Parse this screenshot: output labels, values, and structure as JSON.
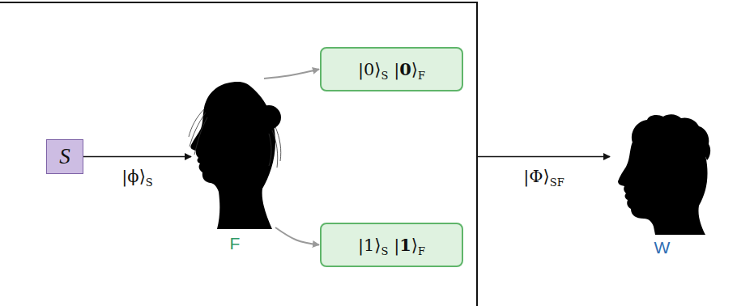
{
  "diagram": {
    "nodes": [
      {
        "text": []
      },
      {
        "text": [
          "S"
        ],
        "in": 0
      },
      {
        "text": [
          "F"
        ],
        "in": 0
      },
      {
        "text": [
          "|0⟩S |0⟩F"
        ],
        "in": 0
      },
      {
        "text": [
          "|1⟩S |1⟩F"
        ],
        "in": 0
      },
      {
        "text": [
          "W"
        ]
      }
    ],
    "edges": [
      {
        "from": 1,
        "to": 2,
        "arrow": "to",
        "label": "|ϕ⟩S"
      },
      {
        "from": 2,
        "to": 3,
        "arrow": "to"
      },
      {
        "from": 2,
        "to": 4,
        "arrow": "to"
      },
      {
        "from": 0,
        "to": 5,
        "arrow": "to",
        "label": "|Φ⟩SF"
      }
    ]
  }
}
